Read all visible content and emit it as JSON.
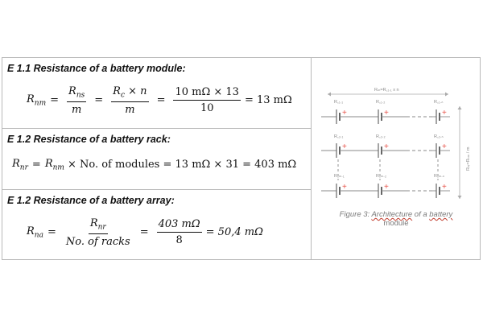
{
  "sections": [
    {
      "heading": "E 1.1 Resistance of a battery module:",
      "lhs": {
        "sym": "R",
        "sub": "nm"
      },
      "frac1": {
        "num_sym": "R",
        "num_sub": "ns",
        "den": "m"
      },
      "frac2": {
        "num_a_sym": "R",
        "num_a_sub": "c",
        "num_rest": "× n",
        "den": "m"
      },
      "frac3": {
        "num": "10 mΩ × 13",
        "den": "10"
      },
      "result": "= 13 mΩ"
    },
    {
      "heading": "E 1.2 Resistance of a battery rack:",
      "lhs": {
        "sym": "R",
        "sub": "nr"
      },
      "rhs": {
        "sym": "R",
        "sub": "nm"
      },
      "rest": "× No. of modules = 13 mΩ × 31 = 403 mΩ"
    },
    {
      "heading": "E 1.2 Resistance of a battery array:",
      "lhs": {
        "sym": "R",
        "sub": "na"
      },
      "frac1": {
        "num_sym": "R",
        "num_sub": "nr",
        "den": "No. of racks"
      },
      "frac2": {
        "num": "403 mΩ",
        "den": "8"
      },
      "result": "= 50,4 mΩ"
    }
  ],
  "figure": {
    "top_label": "Rₘ=R꜀₁.₁ x n",
    "side_label": "Rₙᵣ=Rₙₘ / m",
    "row_labels": [
      [
        "R꜀₁.₁",
        "R꜀₁.₂",
        "R꜀₁.ₙ"
      ],
      [
        "R꜀₂.₁",
        "R꜀₂.₂",
        "R꜀₂.ₙ"
      ],
      [
        "R꜀ₘ.₁",
        "R꜀ₘ.₂",
        "R꜀ₘ.ₙ"
      ]
    ],
    "plus_sign": "+",
    "caption_prefix": "Figure 3: ",
    "caption_word1": "Architecture",
    "caption_mid": " of a ",
    "caption_word2": "battery",
    "caption_line2": "module"
  }
}
